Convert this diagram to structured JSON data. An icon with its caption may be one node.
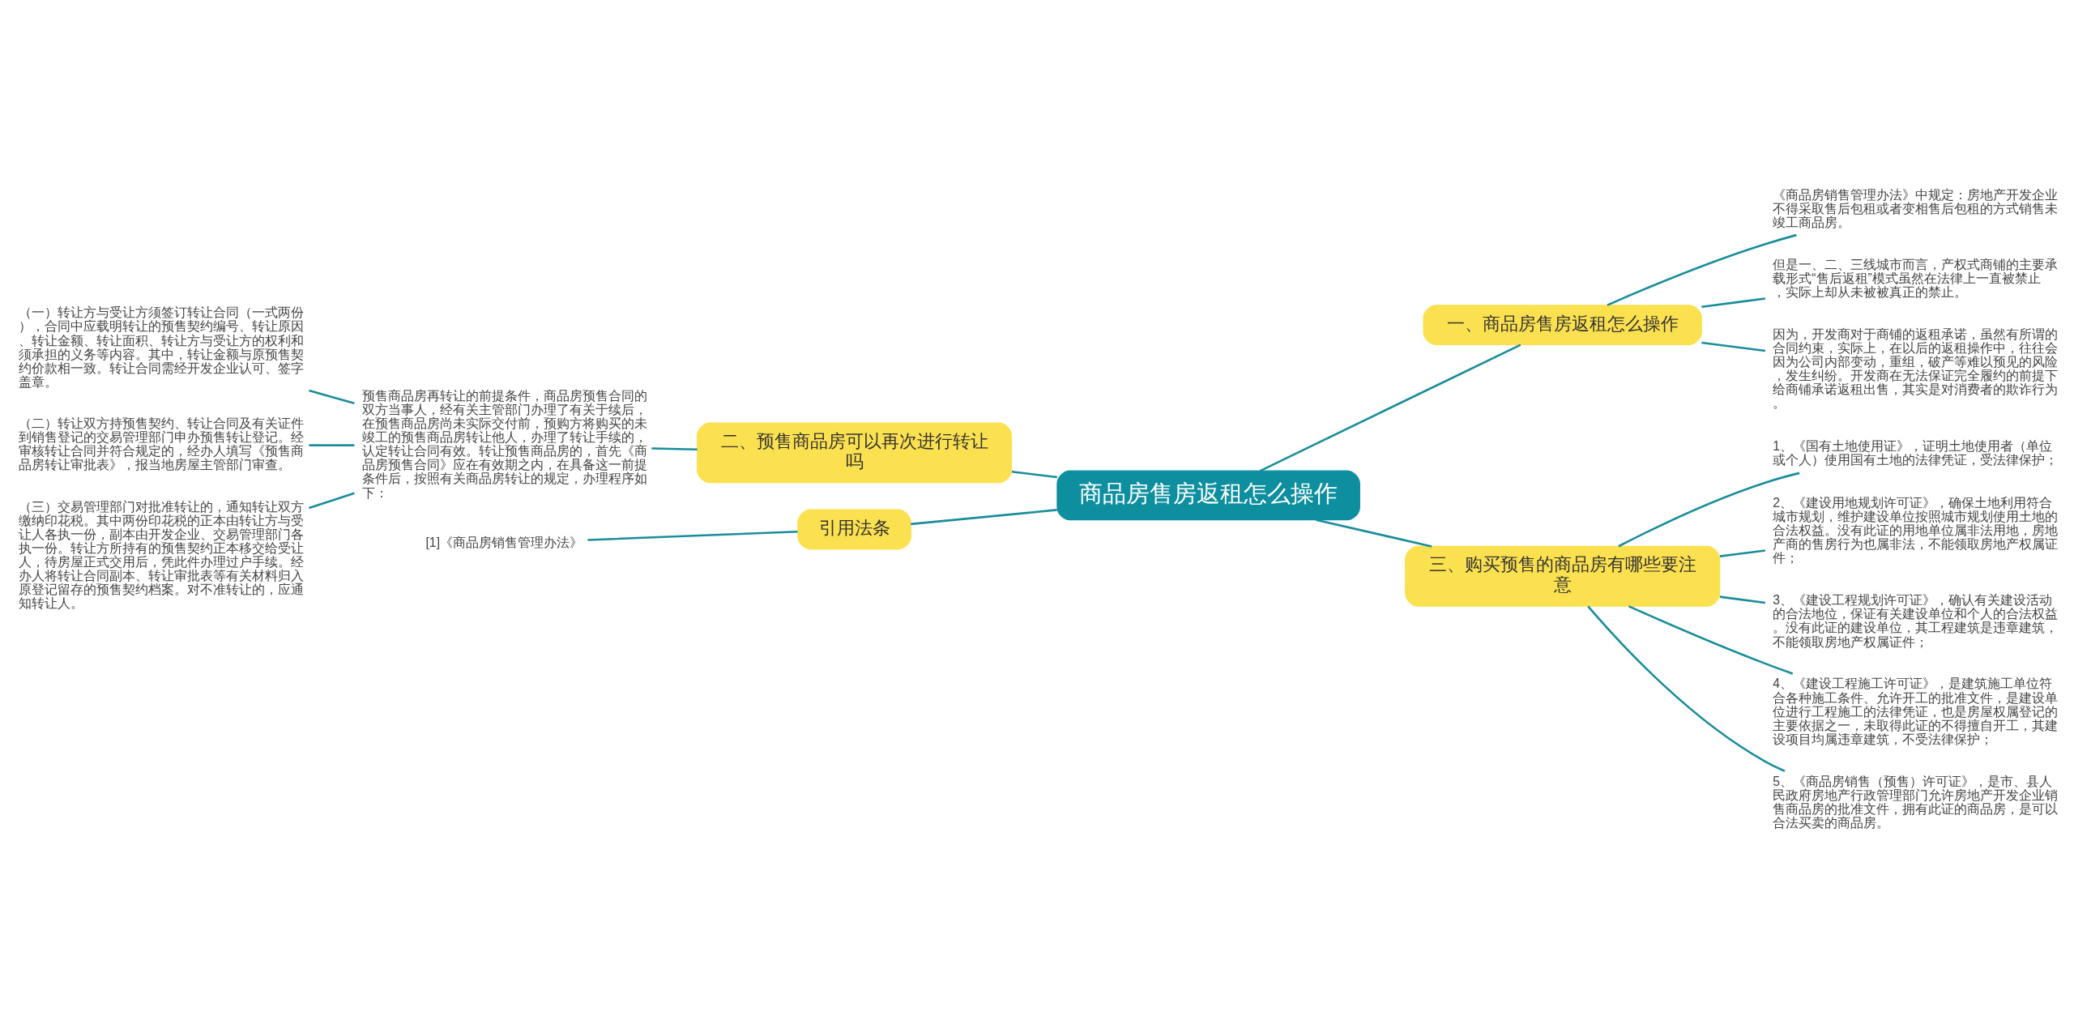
{
  "diagram": {
    "nodes": [
      {
        "text": [
          "商品房售房返租怎么操作"
        ]
      },
      {
        "text": [
          "一、商品房售房返租怎么操作"
        ]
      },
      {
        "text": [
          "《商品房销售管理办法》中规定：房地产开发企业不得采取售后包租或者变相售后包租的方式销售未竣工商品房。"
        ]
      },
      {
        "text": [
          "但是一、二、三线城市而言，产权式商铺的主要承载形式“售后返租”模式虽然在法律上一直被禁止，实际上却从未被被真正的禁止。"
        ]
      },
      {
        "text": [
          "因为，开发商对于商铺的返租承诺，虽然有所谓的合同约束，实际上，在以后的返租操作中，往往会因为公司内部变动，重组，破产等难以预见的风险，发生纠纷。开发商在无法保证完全履约的前提下给商铺承诺返租出售，其实是对消费者的欺诈行为。"
        ]
      },
      {
        "text": [
          "二、预售商品房可以再次进行转让吗"
        ]
      },
      {
        "text": [
          "预售商品房再转让的前提条件，商品房预售合同的双方当事人，经有关主管部门办理了有关于续后，在预售商品房尚未实际交付前，预购方将购买的未竣工的预售商品房转让他人，办理了转让手续的，认定转让合同有效。转让预售商品房的，首先《商品房预售合同》应在有效期之内，在具备这一前提条件后，按照有关商品房转让的规定，办理程序如下："
        ]
      },
      {
        "text": [
          "（一）转让方与受让方须签订转让合同（一式两份），合同中应载明转让的预售契约编号、转让原因、转让金额、转让面积、转让方与受让方的权利和须承担的义务等内容。其中，转让金额与原预售契约价款相一致。转让合同需经开发企业认可、签字盖章。"
        ]
      },
      {
        "text": [
          "（二）转让双方持预售契约、转让合同及有关证件到销售登记的交易管理部门申办预售转让登记。经审核转让合同并符合规定的，经办人填写《预售商品房转让审批表》，报当地房屋主管部门审查。"
        ]
      },
      {
        "text": [
          "（三）交易管理部门对批准转让的，通知转让双方缴纳印花税。其中两份印花税的正本由转让方与受让人各执一份，副本由开发企业、交易管理部门各执一份。转让方所持有的预售契约正本移交给受让人，待房屋正式交用后，凭此件办理过户手续。经办人将转让合同副本、转让审批表等有关材料归入原登记留存的预售契约档案。对不准转让的，应通知转让人。"
        ]
      },
      {
        "text": [
          "三、购买预售的商品房有哪些要注意"
        ]
      },
      {
        "text": [
          "1、《国有土地使用证》，证明土地使用者（单位或个人）使用国有土地的法律凭证，受法律保护；"
        ]
      },
      {
        "text": [
          "2、《建设用地规划许可证》，确保土地利用符合城市规划，维护建设单位按照城市规划使用土地的合法权益。没有此证的用地单位属非法用地，房地产商的售房行为也属非法，不能领取房地产权属证件；"
        ]
      },
      {
        "text": [
          "3、《建设工程规划许可证》，确认有关建设活动的合法地位，保证有关建设单位和个人的合法权益。没有此证的建设单位，其工程建筑是违章建筑，不能领取房地产权属证件；"
        ]
      },
      {
        "text": [
          "4、《建设工程施工许可证》，是建筑施工单位符合各种施工条件、允许开工的批准文件，是建设单位进行工程施工的法律凭证，也是房屋权属登记的主要依据之一，未取得此证的不得擅自开工，其建设项目均属违章建筑，不受法律保护；"
        ]
      },
      {
        "text": [
          "5、《商品房销售（预售）许可证》，是市、县人民政府房地产行政管理部门允许房地产开发企业销售商品房的批准文件，拥有此证的商品房，是可以合法买卖的商品房。"
        ]
      },
      {
        "text": [
          "引用法条"
        ]
      },
      {
        "text": [
          "[1]《商品房销售管理办法》"
        ]
      }
    ],
    "edges": [
      {
        "from": 0,
        "to": 1,
        "arrow": "none"
      },
      {
        "from": 1,
        "to": 2,
        "arrow": "none"
      },
      {
        "from": 1,
        "to": 3,
        "arrow": "none"
      },
      {
        "from": 1,
        "to": 4,
        "arrow": "none"
      },
      {
        "from": 0,
        "to": 5,
        "arrow": "none"
      },
      {
        "from": 5,
        "to": 6,
        "arrow": "none"
      },
      {
        "from": 6,
        "to": 7,
        "arrow": "none"
      },
      {
        "from": 6,
        "to": 8,
        "arrow": "none"
      },
      {
        "from": 6,
        "to": 9,
        "arrow": "none"
      },
      {
        "from": 0,
        "to": 10,
        "arrow": "none"
      },
      {
        "from": 10,
        "to": 11,
        "arrow": "none"
      },
      {
        "from": 10,
        "to": 12,
        "arrow": "none"
      },
      {
        "from": 10,
        "to": 13,
        "arrow": "none"
      },
      {
        "from": 10,
        "to": 14,
        "arrow": "none"
      },
      {
        "from": 10,
        "to": 15,
        "arrow": "none"
      },
      {
        "from": 0,
        "to": 16,
        "arrow": "none"
      },
      {
        "from": 16,
        "to": 17,
        "arrow": "none"
      }
    ]
  }
}
